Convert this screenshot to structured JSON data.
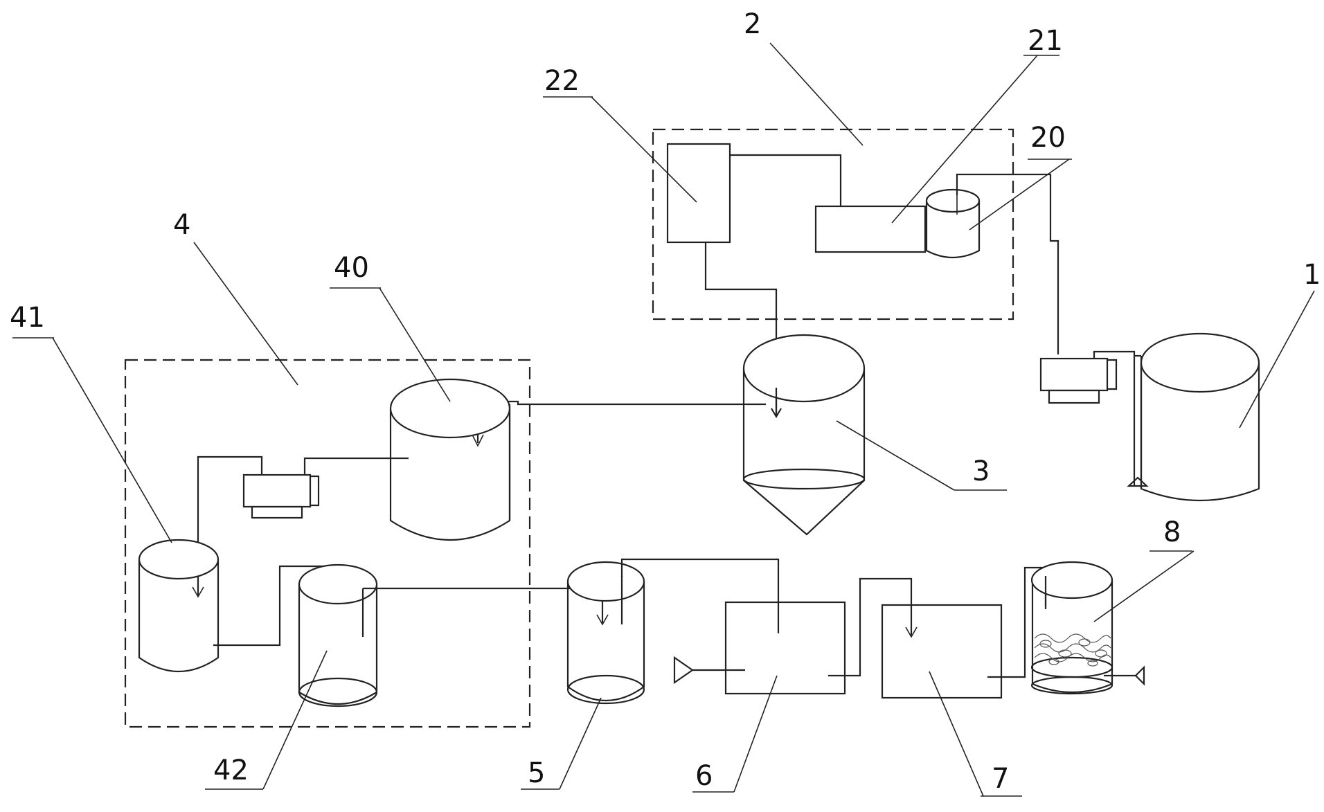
{
  "labels": {
    "tank_1": "1",
    "module_2": "2",
    "unit_20": "20",
    "unit_21": "21",
    "unit_22": "22",
    "tank_3": "3",
    "module_4": "4",
    "tank_40": "40",
    "tank_41": "41",
    "tank_42": "42",
    "tank_5": "5",
    "unit_6": "6",
    "unit_7": "7",
    "tank_8": "8"
  }
}
